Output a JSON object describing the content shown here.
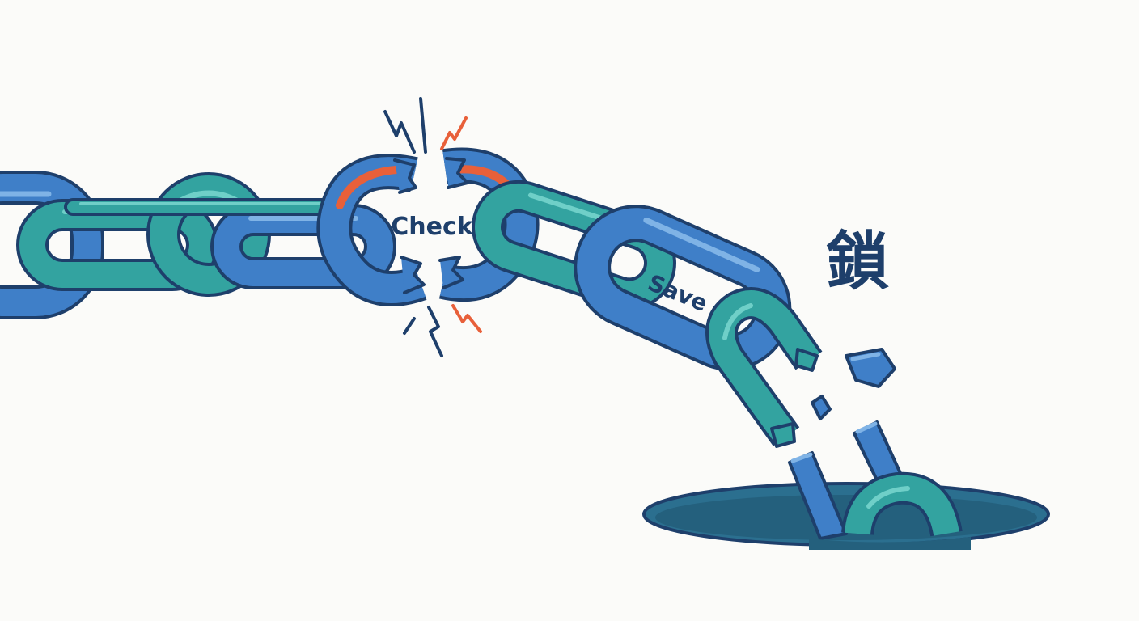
{
  "labels": {
    "check": "Check",
    "save": "Save",
    "kanji": "鎖"
  },
  "colors": {
    "background": "#fbfbf9",
    "link_blue": "#3f7fc8",
    "link_blue_highlight": "#7fb3e6",
    "link_teal": "#33a3a0",
    "link_teal_highlight": "#6fcfc8",
    "outline": "#1e3f6b",
    "break_orange": "#e8603a",
    "hole": "#2b6f8f"
  },
  "icons": {
    "break_sparks": "lightning-spark-icon",
    "hole": "hole-icon"
  }
}
